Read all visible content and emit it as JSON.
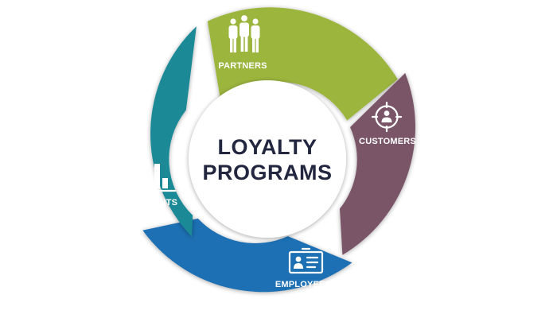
{
  "center": {
    "line1": "LOYALTY",
    "line2": "PROGRAMS"
  },
  "segments": [
    {
      "id": "partners",
      "label": "PARTNERS",
      "color": "#9bb53c",
      "icon": "people-group-icon"
    },
    {
      "id": "customers",
      "label": "CUSTOMERS",
      "color": "#7a5468",
      "icon": "target-person-icon"
    },
    {
      "id": "employees",
      "label": "EMPLOYEES",
      "color": "#1f6fb3",
      "icon": "id-card-icon"
    },
    {
      "id": "clients",
      "label": "CLIENTS",
      "color": "#1a8a96",
      "icon": "bar-chart-icon"
    }
  ],
  "colors": {
    "center_fill": "#ffffff",
    "center_text": "#23263f",
    "background": "#ffffff"
  }
}
